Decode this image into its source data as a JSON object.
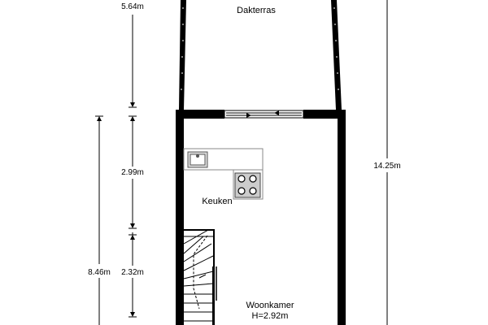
{
  "rooms": {
    "terrace": "Dakterras",
    "kitchen": "Keuken",
    "living": "Woonkamer",
    "living_height": "H=2.92m"
  },
  "dimensions": {
    "terrace_depth": "5.64m",
    "kitchen_depth": "2.99m",
    "stair_depth": "2.32m",
    "left_total": "8.46m",
    "right_total": "14.25m"
  }
}
